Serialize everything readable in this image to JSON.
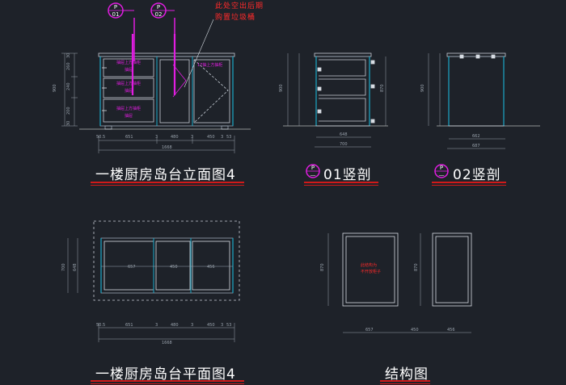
{
  "titles": {
    "elevation": "一楼厨房岛台立面图4",
    "section1": "01竖剖",
    "section2": "02竖剖",
    "plan": "一楼厨房岛台平面图4",
    "structure": "结构图"
  },
  "markers": {
    "m1": {
      "top": "P",
      "bottom": "01"
    },
    "m2": {
      "top": "P",
      "bottom": "02"
    },
    "s1": {
      "top": "P",
      "bottom": "—"
    },
    "s2": {
      "top": "P",
      "bottom": "—"
    }
  },
  "annotations": {
    "space_note_line1": "此处空出后期",
    "space_note_line2": "购置垃圾桶",
    "drawer_note_a": "抽屉上方抽柜",
    "drawer_note_b": "抽屉",
    "drawer_note_c": "17抽上方抽柜",
    "structure_note_1": "此结构为",
    "structure_note_2": "不开放柜子"
  },
  "dims": {
    "elev_bottom": [
      "50.5",
      "651",
      "3",
      "480",
      "3",
      "450",
      "3",
      "53"
    ],
    "elev_total": "1668",
    "elev_left_height": "900",
    "elev_left_parts": [
      "30",
      "260",
      "240",
      "200",
      "30"
    ],
    "sec1_bottom": "648",
    "sec1_total": "700",
    "sec1_side": "870",
    "sec1_left": "900",
    "sec2_bottom": "662",
    "sec2_total": "687",
    "sec2_left": "900",
    "plan_cells": [
      "657",
      "450",
      "456"
    ],
    "plan_bottom": [
      "50.5",
      "651",
      "3",
      "480",
      "3",
      "450",
      "3",
      "53"
    ],
    "plan_total": "1668",
    "plan_left": "700",
    "plan_left2": "648",
    "struct_left": "870",
    "struct_right": "870",
    "struct_bottom": [
      "657",
      "450",
      "456"
    ]
  }
}
